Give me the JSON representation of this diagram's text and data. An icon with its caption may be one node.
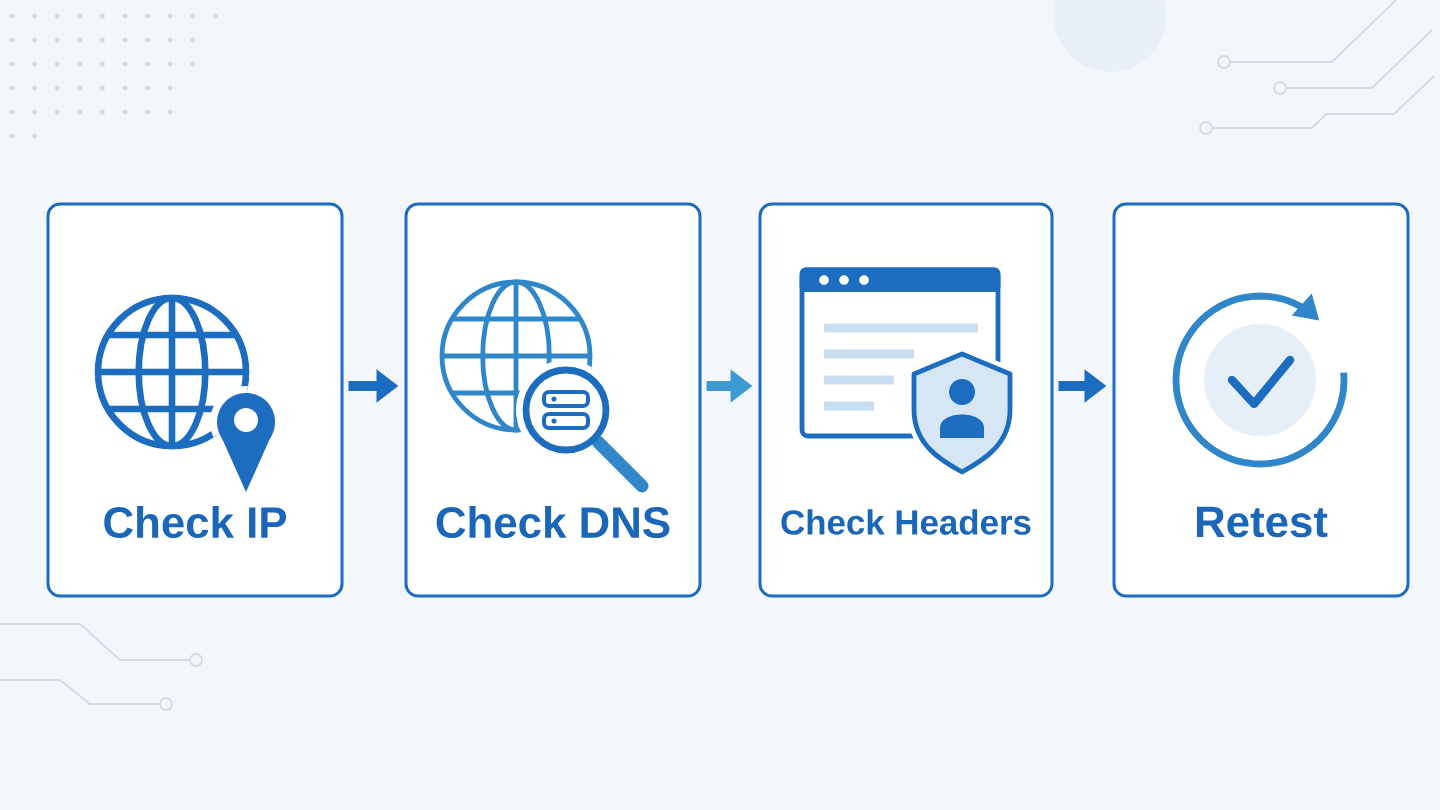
{
  "diagram": {
    "nodes": [
      {
        "text": [
          "Check IP"
        ]
      },
      {
        "text": [
          "Check DNS"
        ]
      },
      {
        "text": [
          "Check Headers"
        ]
      },
      {
        "text": [
          "Retest"
        ]
      }
    ],
    "edges": [
      {
        "from": 0,
        "to": 1,
        "arrow": "to"
      },
      {
        "from": 1,
        "to": 2,
        "arrow": "to",
        "color": "#3d9bd1"
      },
      {
        "from": 2,
        "to": 3,
        "arrow": "to"
      }
    ]
  }
}
